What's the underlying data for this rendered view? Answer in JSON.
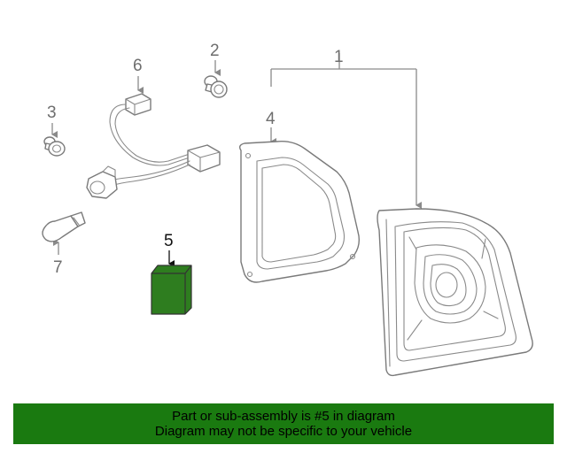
{
  "callouts": {
    "c1": "1",
    "c2": "2",
    "c3": "3",
    "c4": "4",
    "c5": "5",
    "c6": "6",
    "c7": "7"
  },
  "highlight": {
    "part_number": "5",
    "color": "#2e7d1f"
  },
  "banner": {
    "line1": "Part or sub-assembly is #5 in diagram",
    "line2": "Diagram may not be specific to your vehicle",
    "background": "#1a7a10"
  }
}
